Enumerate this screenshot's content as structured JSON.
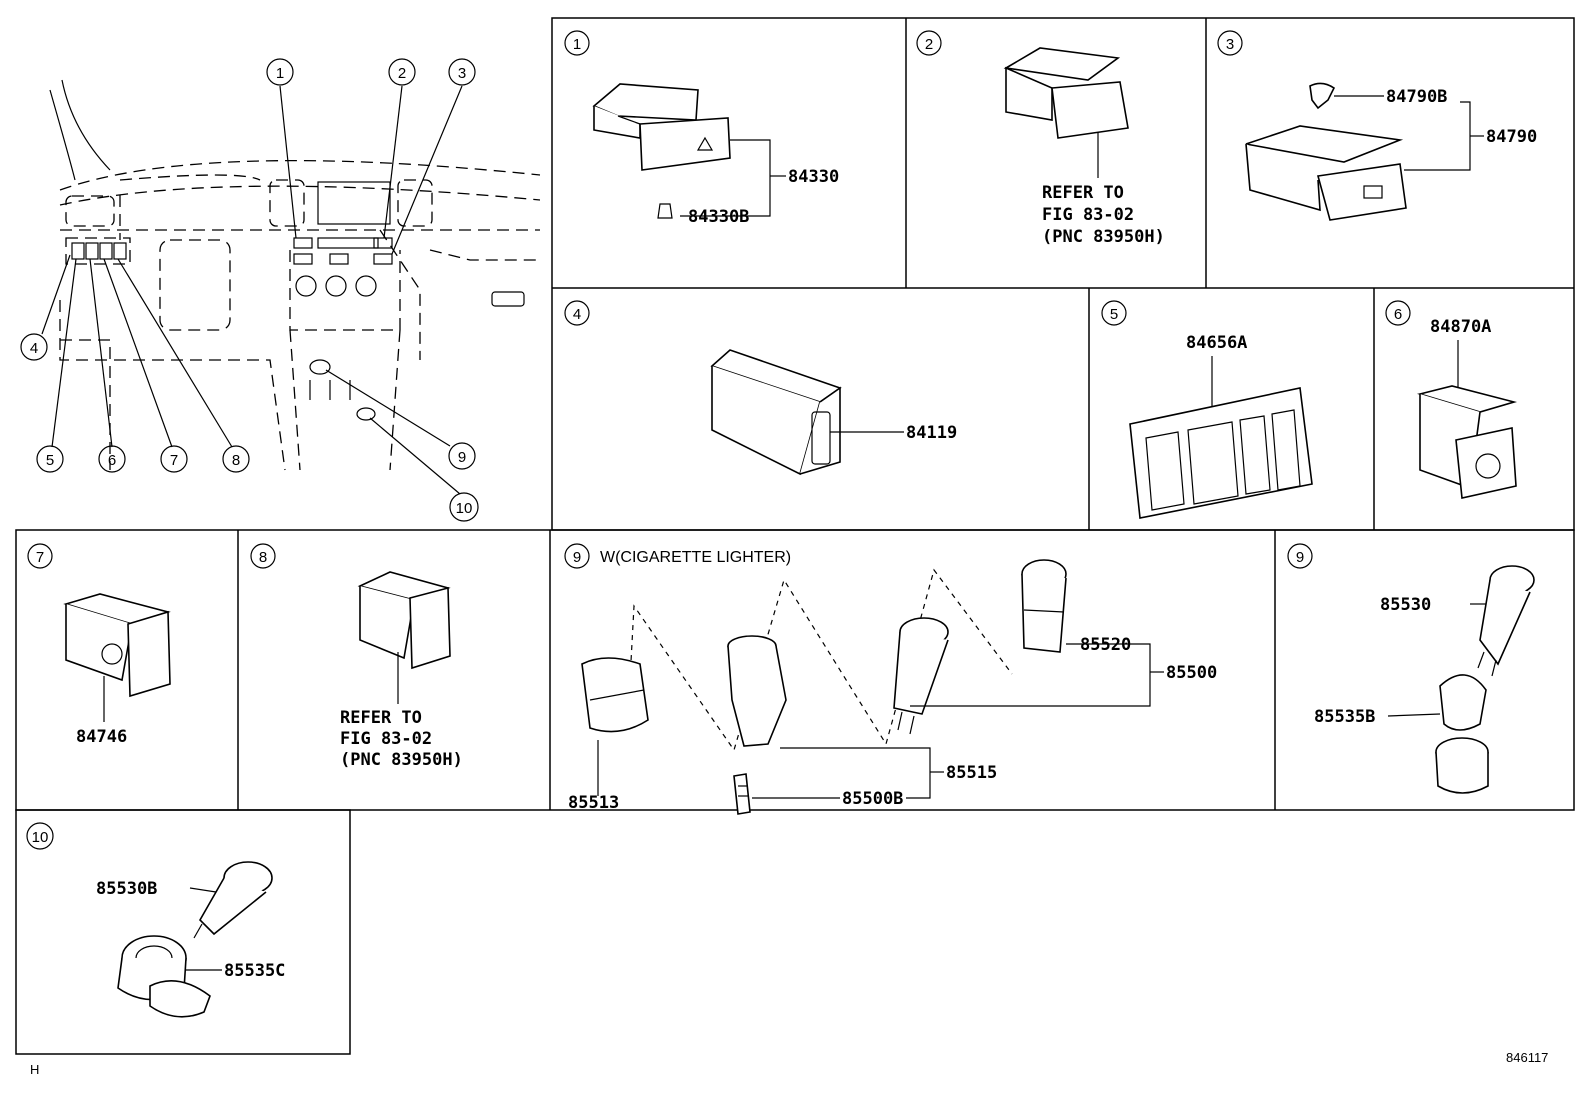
{
  "diagram": {
    "overview": {
      "callouts": [
        "1",
        "2",
        "3",
        "4",
        "5",
        "6",
        "7",
        "8",
        "9",
        "10"
      ]
    },
    "panels": {
      "p1": {
        "index": "1",
        "parts": [
          "84330",
          "84330B"
        ]
      },
      "p2": {
        "index": "2",
        "refer": [
          "REFER TO",
          "FIG 83-02",
          "(PNC 83950H)"
        ]
      },
      "p3": {
        "index": "3",
        "parts": [
          "84790B",
          "84790"
        ]
      },
      "p4": {
        "index": "4",
        "parts": [
          "84119"
        ]
      },
      "p5": {
        "index": "5",
        "parts": [
          "84656A"
        ]
      },
      "p6": {
        "index": "6",
        "parts": [
          "84870A"
        ]
      },
      "p7": {
        "index": "7",
        "parts": [
          "84746"
        ]
      },
      "p8": {
        "index": "8",
        "refer": [
          "REFER TO",
          "FIG 83-02",
          "(PNC 83950H)"
        ]
      },
      "p9a": {
        "index": "9",
        "title": "W(CIGARETTE LIGHTER)",
        "parts": [
          "85520",
          "85500",
          "85515",
          "85500B",
          "85513"
        ]
      },
      "p9b": {
        "index": "9",
        "parts": [
          "85530",
          "85535B"
        ]
      },
      "p10": {
        "index": "10",
        "parts": [
          "85530B",
          "85535C"
        ]
      }
    },
    "footer": {
      "left": "H",
      "right": "846117"
    }
  }
}
